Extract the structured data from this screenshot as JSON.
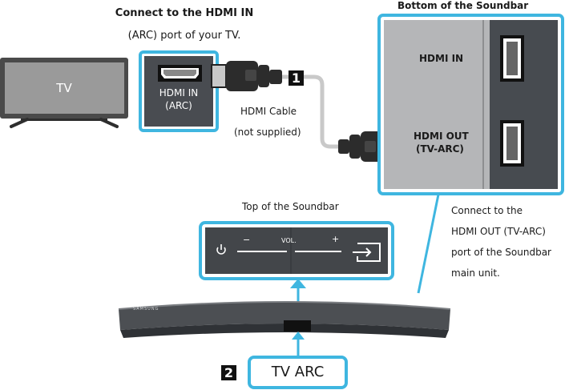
{
  "tv": {
    "label": "TV"
  },
  "tv_port": {
    "caption_line1": "Connect to the HDMI IN",
    "caption_line2": "(ARC) port of your TV.",
    "port_line1": "HDMI IN",
    "port_line2": "(ARC)"
  },
  "cable": {
    "line1": "HDMI Cable",
    "line2": "(not supplied)"
  },
  "steps": {
    "step1": "1",
    "step2": "2"
  },
  "soundbar_bottom": {
    "title": "Bottom of the Soundbar",
    "hdmi_in": "HDMI IN",
    "hdmi_out_line1": "HDMI OUT",
    "hdmi_out_line2": "(TV-ARC)"
  },
  "soundbar_top": {
    "title": "Top of the Soundbar",
    "minus": "−",
    "vol": "VOL.",
    "plus": "+"
  },
  "connect_note": {
    "line1": "Connect to the",
    "line2": "HDMI OUT (TV-ARC)",
    "line3": "port of the Soundbar",
    "line4": "main unit."
  },
  "soundbar": {
    "brand": "SAMSUNG"
  },
  "display": {
    "text": "TV ARC"
  },
  "colors": {
    "accent": "#3fb6e0",
    "dark": "#333333",
    "panel": "#b5b6b8"
  }
}
